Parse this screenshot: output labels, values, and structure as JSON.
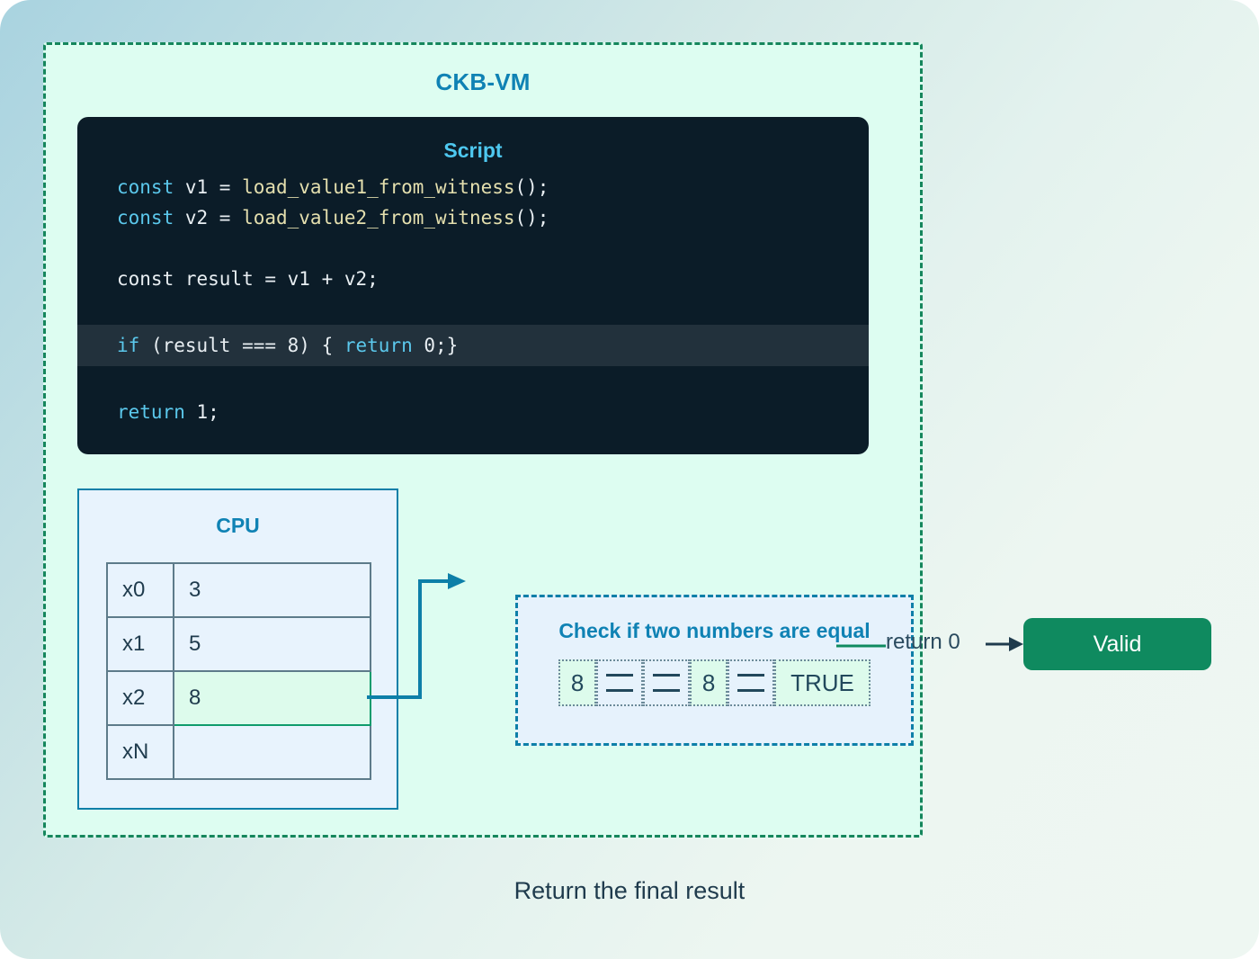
{
  "vm": {
    "title": "CKB-VM",
    "script": {
      "title": "Script",
      "lines": [
        {
          "tokens": [
            {
              "t": "const",
              "c": "kw"
            },
            {
              "t": " v1 = ",
              "c": "pl"
            },
            {
              "t": "load_value1_from_witness",
              "c": "fn"
            },
            {
              "t": "();",
              "c": "pl"
            }
          ],
          "highlight": false
        },
        {
          "tokens": [
            {
              "t": "const",
              "c": "kw"
            },
            {
              "t": " v2 = ",
              "c": "pl"
            },
            {
              "t": "load_value2_from_witness",
              "c": "fn"
            },
            {
              "t": "();",
              "c": "pl"
            }
          ],
          "highlight": false
        },
        {
          "tokens": [],
          "highlight": false
        },
        {
          "tokens": [
            {
              "t": "const result = v1 + v2;",
              "c": "pl"
            }
          ],
          "highlight": false
        },
        {
          "tokens": [],
          "highlight": false
        },
        {
          "tokens": [
            {
              "t": "if",
              "c": "kw"
            },
            {
              "t": " (result === 8) { ",
              "c": "pl"
            },
            {
              "t": "return",
              "c": "kw"
            },
            {
              "t": " 0;}",
              "c": "pl"
            }
          ],
          "highlight": true
        },
        {
          "tokens": [],
          "highlight": false
        },
        {
          "tokens": [
            {
              "t": "return",
              "c": "kw"
            },
            {
              "t": " 1;",
              "c": "pl"
            }
          ],
          "highlight": false
        }
      ]
    },
    "cpu": {
      "title": "CPU",
      "registers": [
        {
          "name": "x0",
          "value": "3",
          "active": false
        },
        {
          "name": "x1",
          "value": "5",
          "active": false
        },
        {
          "name": "x2",
          "value": "8",
          "active": true
        },
        {
          "name": "xN",
          "value": "",
          "active": false
        }
      ]
    },
    "check": {
      "title": "Check if two numbers are equal",
      "expression": [
        {
          "kind": "operand",
          "text": "8"
        },
        {
          "kind": "op",
          "text": "="
        },
        {
          "kind": "op",
          "text": "="
        },
        {
          "kind": "operand",
          "text": "8"
        },
        {
          "kind": "op",
          "text": "="
        },
        {
          "kind": "result",
          "text": "TRUE"
        }
      ]
    }
  },
  "output": {
    "return_label": "return 0",
    "valid_label": "Valid"
  },
  "caption": "Return the final result",
  "colors": {
    "accent_blue": "#0f82b4",
    "accent_green": "#0f8a5f",
    "dashed_green": "#15865c",
    "code_bg": "#0b1c28",
    "code_highlight": "#22313c",
    "keyword": "#5bc8ec",
    "function": "#e4dfae"
  }
}
